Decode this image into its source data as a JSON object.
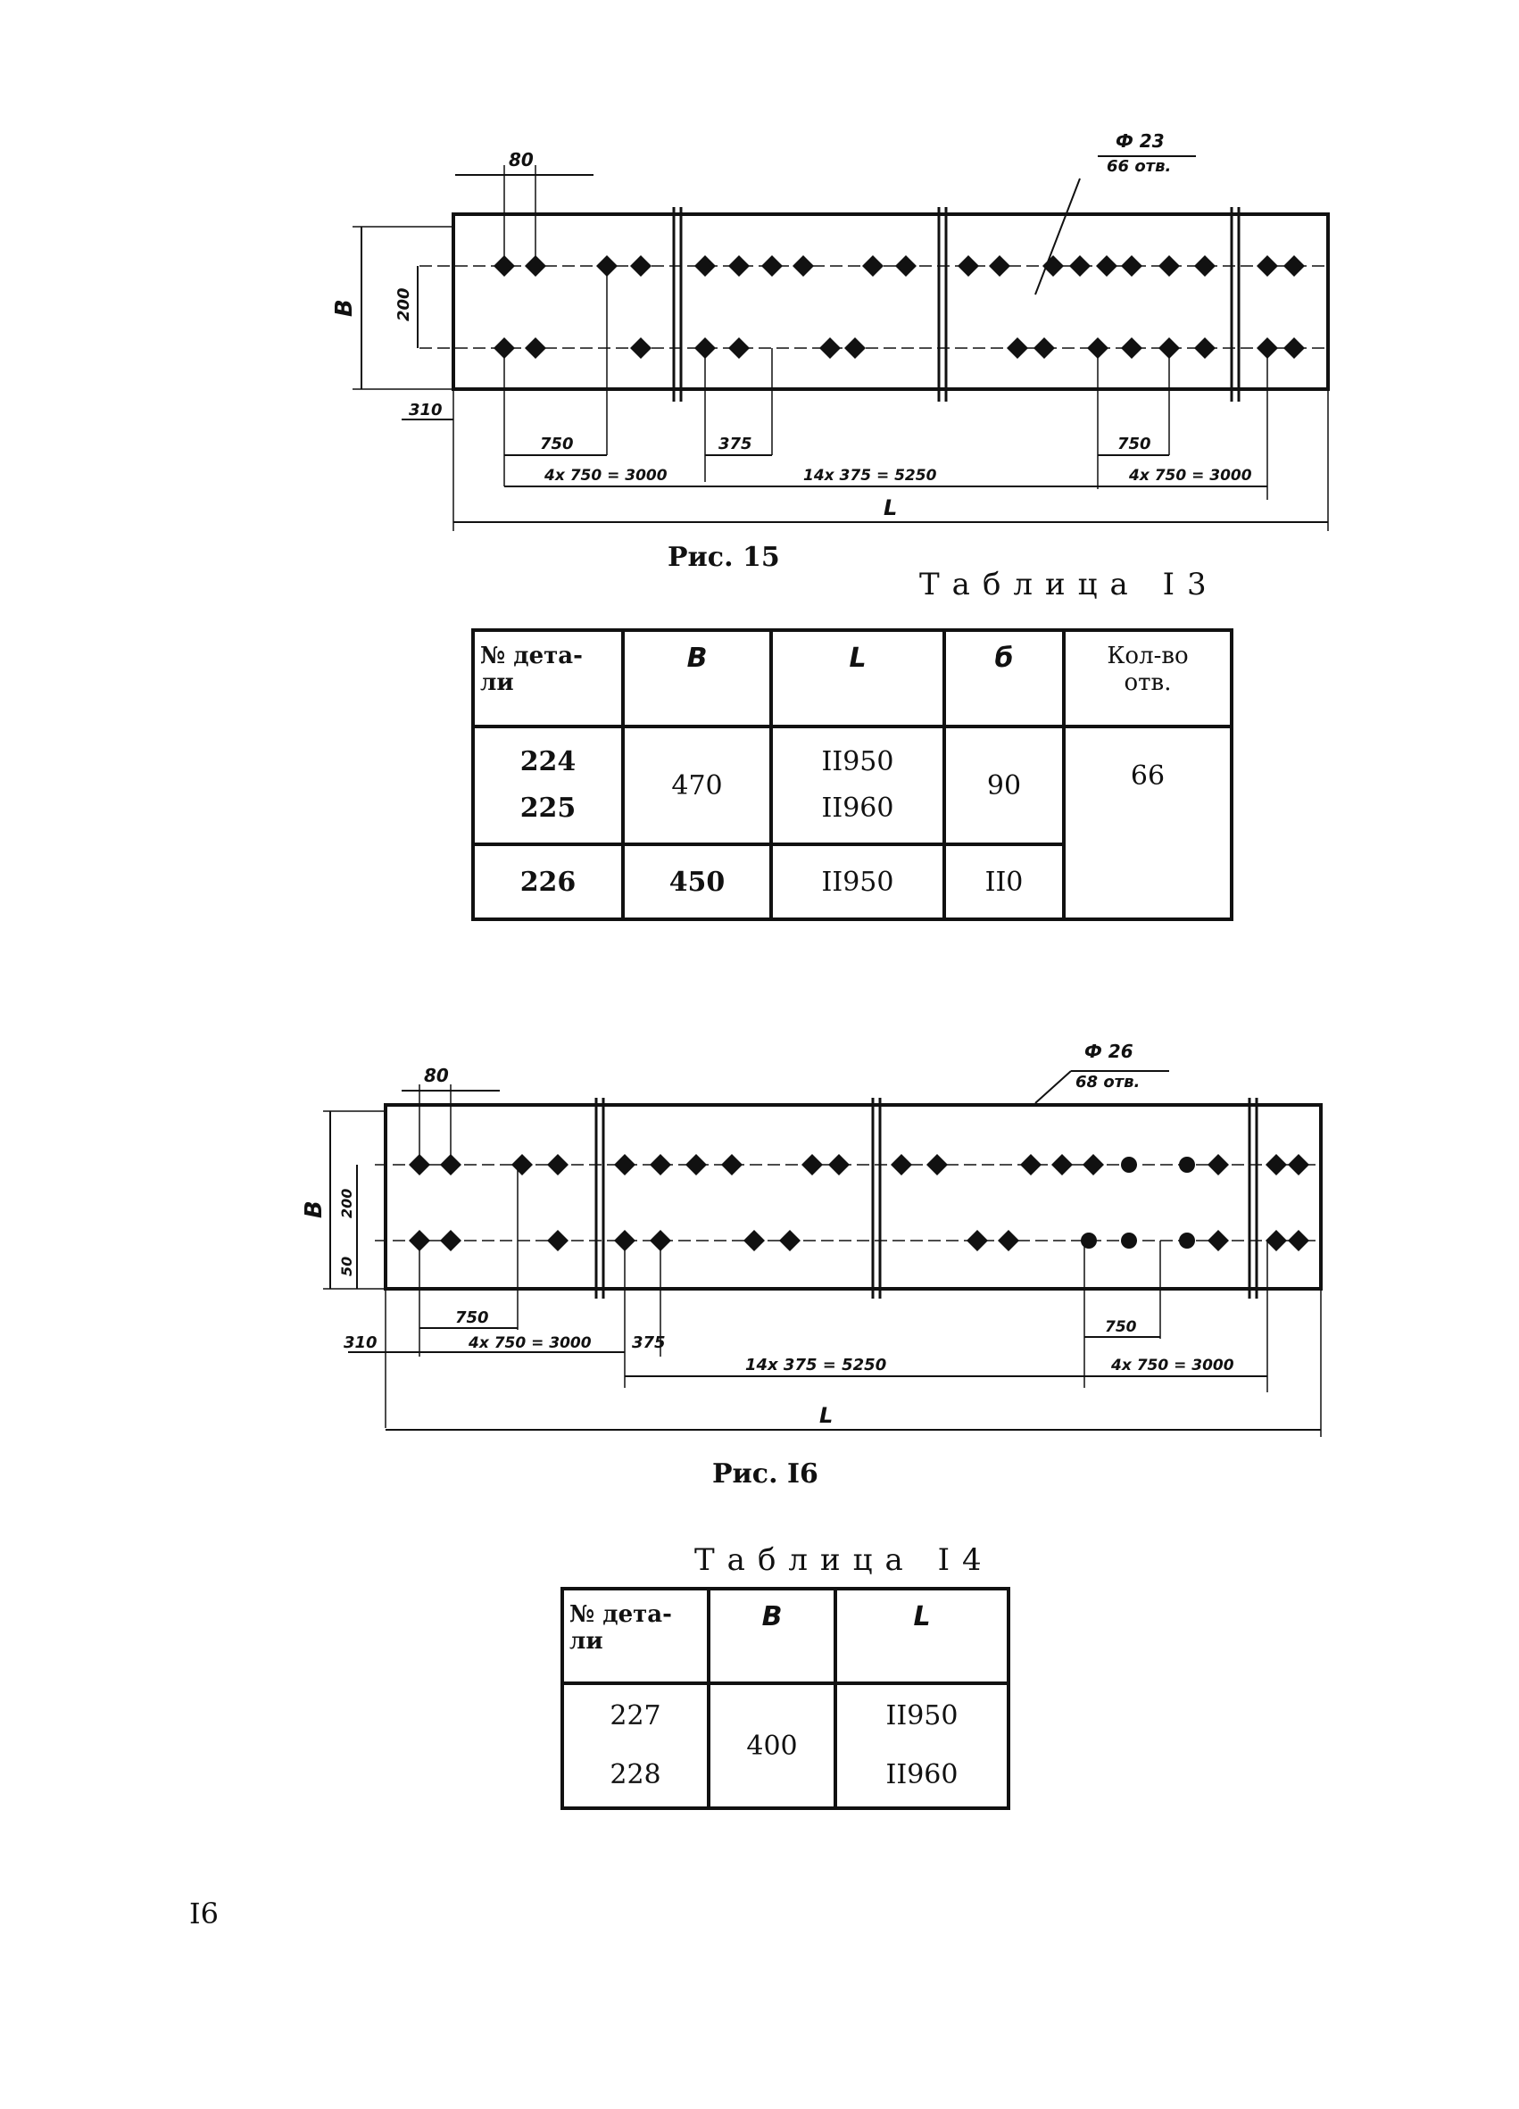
{
  "fig15": {
    "caption": "Рис. 15",
    "dims": {
      "top_80": "80",
      "hole_callout": "Ф 23",
      "hole_callout_sub": "66 отв.",
      "left_b": "В",
      "left_b_inner": "200",
      "left_310": "310",
      "d_750_a": "750",
      "d_375_a": "375",
      "d_4x750": "4х 750 = 3000",
      "d_14x375": "14х 375 = 5250",
      "d_750_b": "750",
      "d_4x750_b": "4х 750 = 3000",
      "d_L": "L"
    }
  },
  "table13": {
    "title": "Таблица I3",
    "headers": [
      "№ дета-\nли",
      "B",
      "L",
      "б",
      "Кол-во\nотв."
    ],
    "rows": [
      {
        "part": [
          "224",
          "225"
        ],
        "b": "470",
        "l": [
          "II950",
          "II960"
        ],
        "s": "90",
        "holes": "66"
      },
      {
        "part": [
          "226"
        ],
        "b": "450",
        "l": [
          "II950"
        ],
        "s": "II0",
        "holes": ""
      }
    ]
  },
  "fig16": {
    "caption": "Рис. I6",
    "dims": {
      "top_80": "80",
      "hole_callout": "Ф 26",
      "hole_callout_sub": "68 отв.",
      "left_b": "В",
      "left_b_inner": "200",
      "left_b_small": "50",
      "left_310": "310",
      "d_750_a": "750",
      "d_4x750": "4х 750 = 3000",
      "d_375": "375",
      "d_14x375": "14х 375 = 5250",
      "d_750_b": "750",
      "d_4x750_b": "4х 750 = 3000",
      "d_L": "L"
    }
  },
  "table14": {
    "title": "Таблица I4",
    "headers": [
      "№ дета-\nли",
      "B",
      "L"
    ],
    "rows": [
      {
        "part": [
          "227",
          "228"
        ],
        "b": "400",
        "l": [
          "II950",
          "II960"
        ]
      }
    ]
  },
  "page_number": "I6"
}
